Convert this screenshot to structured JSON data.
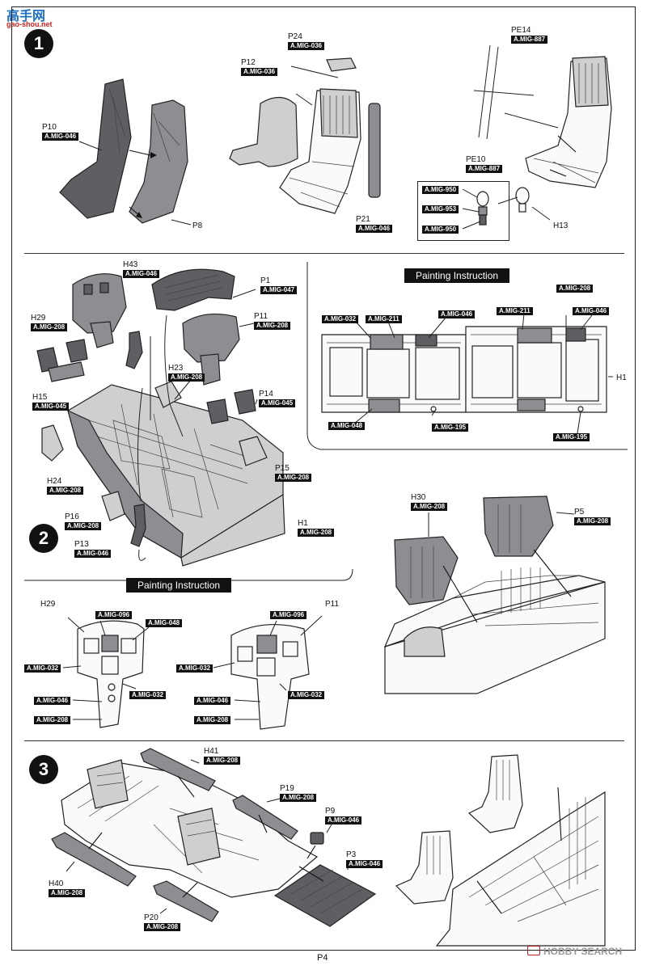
{
  "watermark_top": {
    "title": "高手网",
    "url": "gao-shou.net"
  },
  "watermark_bottom": "HOBBY SEARCH",
  "page_number": "P4",
  "steps": [
    "1",
    "2",
    "3"
  ],
  "step1": {
    "p10": {
      "part": "P10",
      "code": "A.MIG-046"
    },
    "p8": {
      "part": "P8"
    },
    "p12": {
      "part": "P12",
      "code": "A.MIG-036"
    },
    "p24": {
      "part": "P24",
      "code": "A.MIG-036"
    },
    "p21": {
      "part": "P21",
      "code": "A.MIG-046"
    },
    "pe14": {
      "part": "PE14",
      "code": "A.MIG-887"
    },
    "pe10": {
      "part": "PE10",
      "code": "A.MIG-887"
    },
    "h13": {
      "part": "H13"
    },
    "legend": [
      "A.MIG-950",
      "A.MIG-953",
      "A.MIG-950"
    ]
  },
  "step2": {
    "h43": {
      "part": "H43",
      "code": "A.MIG-046"
    },
    "p1": {
      "part": "P1",
      "code": "A.MIG-047"
    },
    "h29": {
      "part": "H29",
      "code": "A.MIG-208"
    },
    "p11": {
      "part": "P11",
      "code": "A.MIG-208"
    },
    "h23": {
      "part": "H23",
      "code": "A.MIG-208"
    },
    "h15": {
      "part": "H15",
      "code": "A.MIG-045"
    },
    "p14": {
      "part": "P14",
      "code": "A.MIG-045"
    },
    "h24": {
      "part": "H24",
      "code": "A.MIG-208"
    },
    "p15": {
      "part": "P15",
      "code": "A.MIG-208"
    },
    "p16": {
      "part": "P16",
      "code": "A.MIG-208"
    },
    "p13": {
      "part": "P13",
      "code": "A.MIG-046"
    },
    "h1": {
      "part": "H1",
      "code": "A.MIG-208"
    },
    "h30": {
      "part": "H30",
      "code": "A.MIG-208"
    },
    "p5": {
      "part": "P5",
      "code": "A.MIG-208"
    },
    "painting_top": {
      "title": "Painting Instruction",
      "part": "H1",
      "codes": [
        "A.MIG-032",
        "A.MIG-211",
        "A.MIG-046",
        "A.MIG-211",
        "A.MIG-208",
        "A.MIG-046",
        "A.MIG-048",
        "A.MIG-195",
        "A.MIG-195"
      ]
    },
    "painting_bottom": {
      "title": "Painting Instruction",
      "left": {
        "part": "H29",
        "codes": [
          "A.MIG-096",
          "A.MIG-048",
          "A.MIG-032",
          "A.MIG-032",
          "A.MIG-046",
          "A.MIG-208"
        ]
      },
      "right": {
        "part": "P11",
        "codes": [
          "A.MIG-096",
          "A.MIG-032",
          "A.MIG-032",
          "A.MIG-046",
          "A.MIG-208"
        ]
      }
    }
  },
  "step3": {
    "h41": {
      "part": "H41",
      "code": "A.MIG-208"
    },
    "p19": {
      "part": "P19",
      "code": "A.MIG-208"
    },
    "p9": {
      "part": "P9",
      "code": "A.MIG-046"
    },
    "p3": {
      "part": "P3",
      "code": "A.MIG-046"
    },
    "h40": {
      "part": "H40",
      "code": "A.MIG-208"
    },
    "p20": {
      "part": "P20",
      "code": "A.MIG-208"
    }
  }
}
